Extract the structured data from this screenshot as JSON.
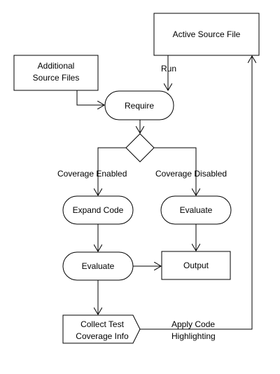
{
  "nodes": {
    "active_source_file": "Active Source File",
    "additional_source_files": [
      "Additional",
      "Source Files"
    ],
    "require": "Require",
    "expand_code": "Expand Code",
    "evaluate_left": "Evaluate",
    "evaluate_right": "Evaluate",
    "output": "Output",
    "collect_coverage": [
      "Collect Test",
      "Coverage Info"
    ]
  },
  "edges": {
    "run": "Run",
    "coverage_enabled": "Coverage Enabled",
    "coverage_disabled": "Coverage Disabled",
    "apply_highlighting": [
      "Apply Code",
      "Highlighting"
    ]
  }
}
